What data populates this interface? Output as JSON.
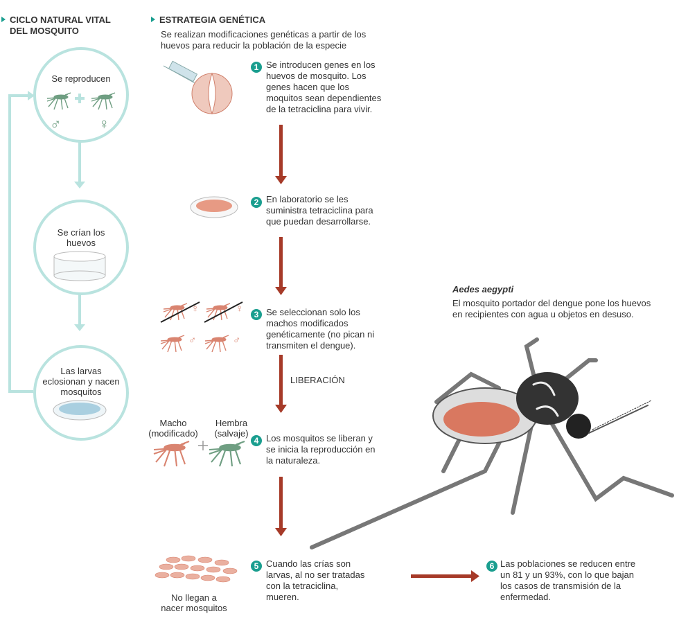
{
  "left": {
    "title_line1": "CICLO NATURAL VITAL",
    "title_line2": "DEL MOSQUITO",
    "circles": [
      {
        "label": "Se reproducen"
      },
      {
        "label_line1": "Se crían los",
        "label_line2": "huevos"
      },
      {
        "label_line1": "Las larvas",
        "label_line2": "eclosionan y nacen",
        "label_line3": "mosquitos"
      }
    ],
    "male_symbol": "♂",
    "female_symbol": "♀"
  },
  "strategy": {
    "title": "ESTRATEGIA GENÉTICA",
    "intro_line1": "Se realizan modificaciones genéticas a partir de los",
    "intro_line2": "huevos para reducir la población de la especie",
    "steps": [
      {
        "num": "1",
        "lines": [
          "Se introducen genes en los",
          "huevos de mosquito. Los",
          "genes hacen que los",
          "moquitos sean dependientes",
          "de la tetraciclina para vivir."
        ]
      },
      {
        "num": "2",
        "lines": [
          "En laboratorio se les",
          "suministra tetraciclina para",
          "que puedan desarrollarse."
        ]
      },
      {
        "num": "3",
        "lines": [
          "Se seleccionan solo los",
          "machos modificados",
          "genéticamente (no pican ni",
          "transmiten el dengue)."
        ]
      },
      {
        "num": "4",
        "lines": [
          "Los mosquitos se liberan y",
          "se inicia la reproducción en",
          "la naturaleza."
        ]
      },
      {
        "num": "5",
        "lines": [
          "Cuando las crías son",
          "larvas, al no ser tratadas",
          "con la tetraciclina,",
          "mueren."
        ]
      },
      {
        "num": "6",
        "lines": [
          "Las poblaciones se reducen entre",
          "un 81 y un 93%, con lo que bajan",
          "los casos de transmisión de la",
          "enfermedad."
        ]
      }
    ],
    "release_label": "LIBERACIÓN",
    "male_label_line1": "Macho",
    "male_label_line2": "(modificado)",
    "female_label_line1": "Hembra",
    "female_label_line2": "(salvaje)",
    "no_born_line1": "No llegan a",
    "no_born_line2": "nacer mosquitos"
  },
  "aedes": {
    "name": "Aedes aegypti",
    "desc_line1": "El mosquito portador del dengue pone los huevos",
    "desc_line2": "en recipientes con agua u objetos en desuso."
  },
  "colors": {
    "teal": "#1a9e8f",
    "circle": "#b9e3df",
    "arrow": "#a63a28",
    "salmon": "#d98470",
    "green": "#6f9e82"
  }
}
